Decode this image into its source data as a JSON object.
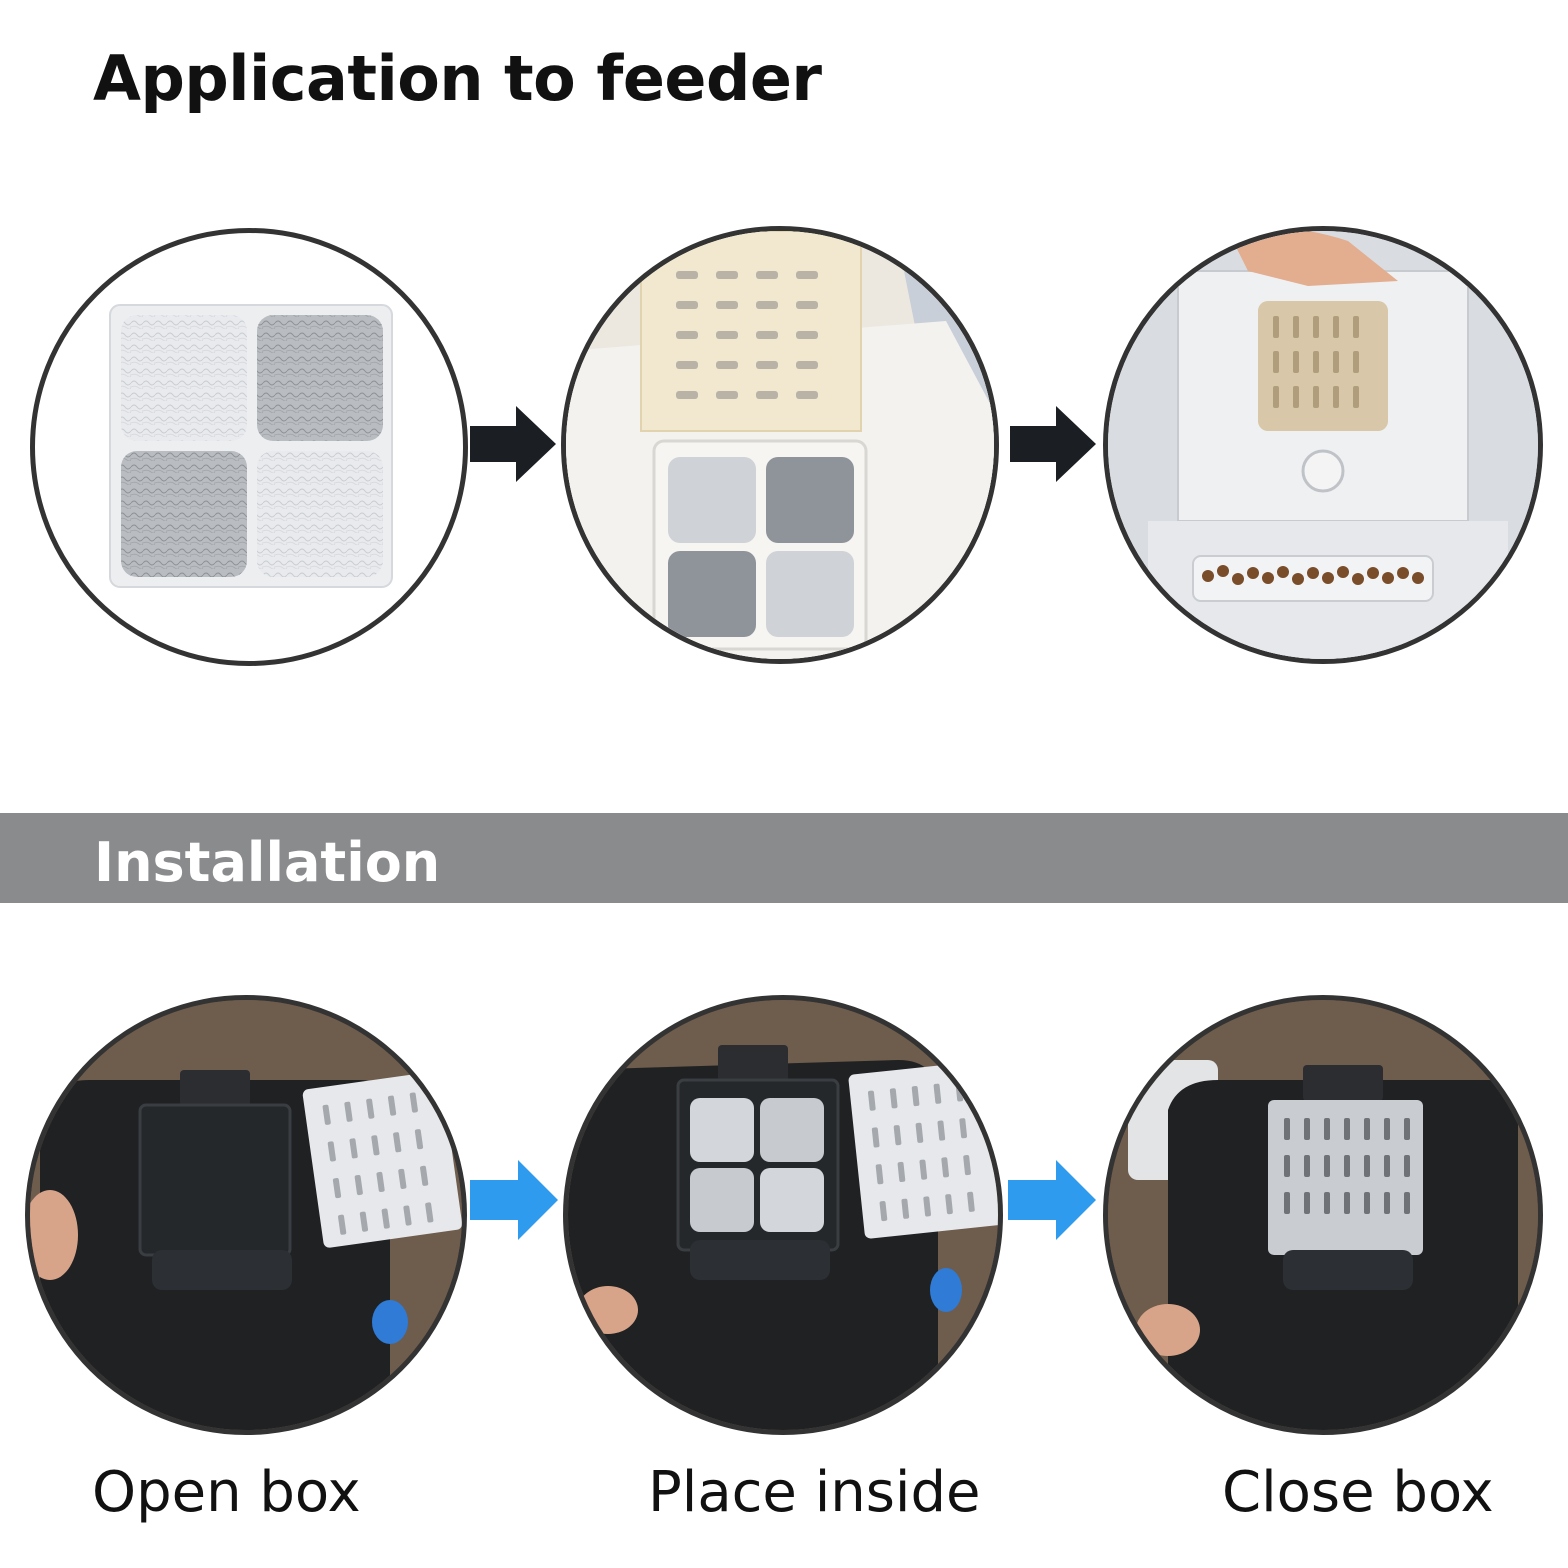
{
  "application": {
    "title": "Application to feeder",
    "steps": [
      {
        "image": "filter-pad-photo"
      },
      {
        "image": "filter-in-feeder-lid-photo"
      },
      {
        "image": "feeder-with-food-photo"
      }
    ],
    "arrow_color": "#1b1f24"
  },
  "installation": {
    "title": "Installation",
    "band_color": "#8a8b8d",
    "arrow_color": "#2f9bee",
    "steps": [
      {
        "caption": "Open box",
        "image": "open-box-photo"
      },
      {
        "caption": "Place inside",
        "image": "place-inside-photo"
      },
      {
        "caption": "Close box",
        "image": "close-box-photo"
      }
    ]
  }
}
